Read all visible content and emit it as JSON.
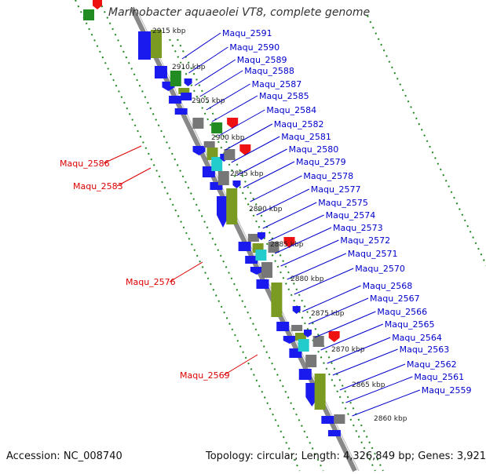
{
  "title": "Marinobacter aquaeolei VT8, complete genome",
  "footer": {
    "accession": "Accession: NC_008740",
    "summary": "Topology: circular; Length: 4,326,849 bp; Genes: 3,921"
  },
  "colors": {
    "plus_strand_label": "#0000cc",
    "minus_strand_label": "#dd0000",
    "backbone": "#888888",
    "tick_dots": "#228822",
    "gene_blue": "#1a1aee",
    "gene_olive": "#7a9a22",
    "gene_green": "#228b22",
    "gene_cyan": "#22cccc",
    "gene_gray": "#777777",
    "gene_red": "#ee1111"
  },
  "kbp_marks": [
    "2915 kbp",
    "2910 kbp",
    "2905 kbp",
    "2900 kbp",
    "2895 kbp",
    "2890 kbp",
    "2885 kbp",
    "2880 kbp",
    "2875 kbp",
    "2870 kbp",
    "2865 kbp",
    "2860 kbp"
  ],
  "plus_labels": [
    "Maqu_2591",
    "Maqu_2590",
    "Maqu_2589",
    "Maqu_2588",
    "Maqu_2587",
    "Maqu_2585",
    "Maqu_2584",
    "Maqu_2582",
    "Maqu_2581",
    "Maqu_2580",
    "Maqu_2579",
    "Maqu_2578",
    "Maqu_2577",
    "Maqu_2575",
    "Maqu_2574",
    "Maqu_2573",
    "Maqu_2572",
    "Maqu_2571",
    "Maqu_2570",
    "Maqu_2568",
    "Maqu_2567",
    "Maqu_2566",
    "Maqu_2565",
    "Maqu_2564",
    "Maqu_2563",
    "Maqu_2562",
    "Maqu_2561",
    "Maqu_2559"
  ],
  "minus_labels": [
    "Maqu_2586",
    "Maqu_2583",
    "Maqu_2576",
    "Maqu_2569"
  ]
}
